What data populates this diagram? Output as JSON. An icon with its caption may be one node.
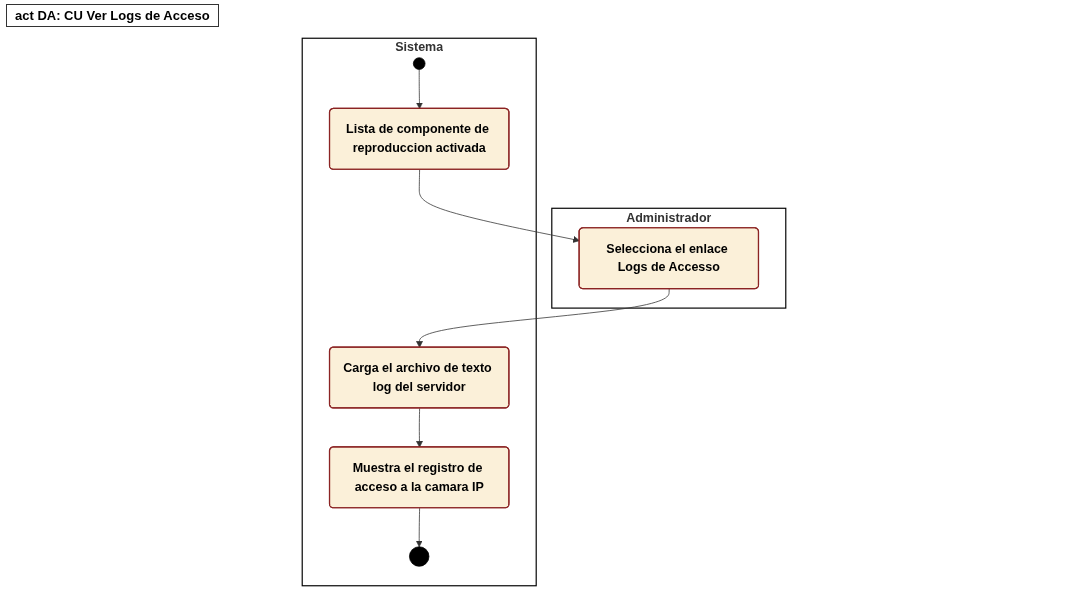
{
  "diagram": {
    "title": "act DA: CU Ver Logs de Acceso",
    "nodes": [
      {
        "text": [
          "Administrador"
        ]
      },
      {
        "text": [
          "Selecciona el enlace Logs de Accesso"
        ],
        "in": 0
      },
      {
        "text": [
          "Sistema"
        ]
      },
      {
        "text": [],
        "shape": "circle",
        "in": 2
      },
      {
        "text": [
          "Lista de componente de reproduccion activada"
        ],
        "in": 2
      },
      {
        "text": [
          "Carga el archivo de texto log del servidor"
        ],
        "in": 2
      },
      {
        "text": [
          "Muestra el registro de acceso a la camara IP"
        ],
        "in": 2
      },
      {
        "text": [],
        "shape": "circle",
        "in": 2
      }
    ],
    "edges": [
      {
        "from": 3,
        "to": 4,
        "arrow": "to"
      },
      {
        "from": 4,
        "to": 1,
        "arrow": "to"
      },
      {
        "from": 1,
        "to": 5,
        "arrow": "to"
      },
      {
        "from": 5,
        "to": 6,
        "arrow": "to"
      },
      {
        "from": 6,
        "to": 7,
        "arrow": "to"
      }
    ]
  }
}
